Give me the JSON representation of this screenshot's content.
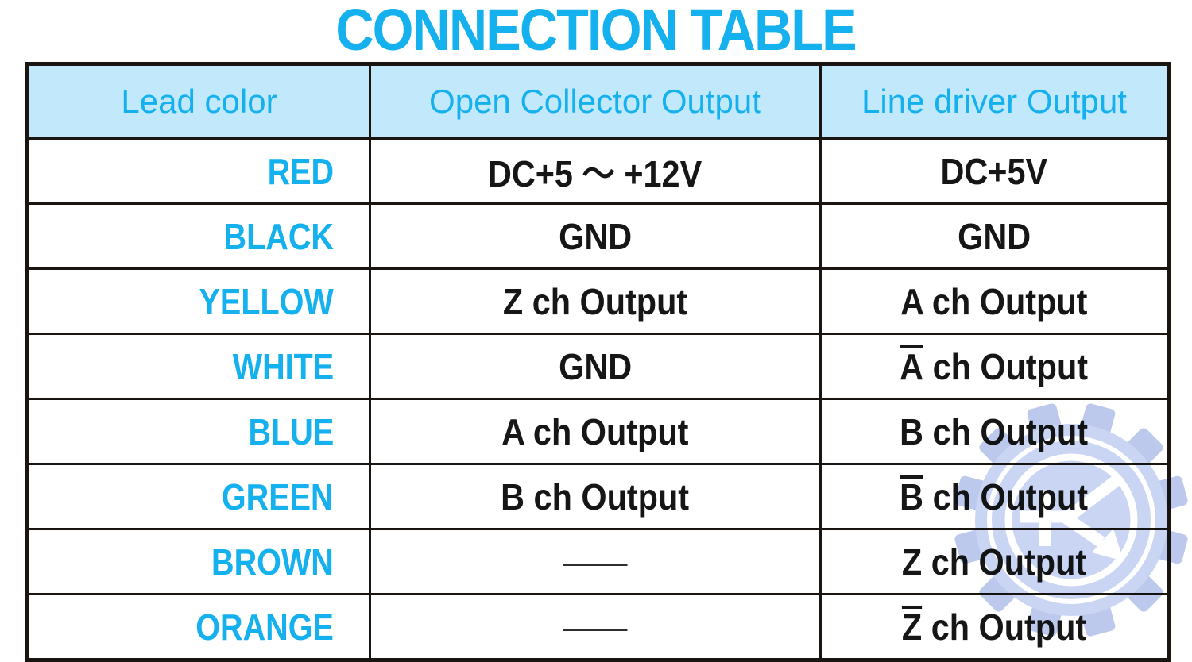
{
  "title": "CONNECTION TABLE",
  "colors": {
    "accent_cyan": "#14b1ee",
    "header_bg": "#c2e8fb",
    "border": "#1b1511",
    "ink": "#161616",
    "watermark_blue": "#bfccef"
  },
  "table": {
    "headers": [
      "Lead color",
      "Open Collector Output",
      "Line driver Output"
    ],
    "rows": [
      {
        "lead": "RED",
        "open_collector": {
          "text": "DC+5 ～ +12V"
        },
        "line_driver": {
          "text": "DC+5V"
        }
      },
      {
        "lead": "BLACK",
        "open_collector": {
          "text": "GND"
        },
        "line_driver": {
          "text": "GND"
        }
      },
      {
        "lead": "YELLOW",
        "open_collector": {
          "text": "Z ch Output"
        },
        "line_driver": {
          "text": "A ch Output"
        }
      },
      {
        "lead": "WHITE",
        "open_collector": {
          "text": "GND"
        },
        "line_driver": {
          "overline": "A",
          "text": " ch Output"
        }
      },
      {
        "lead": "BLUE",
        "open_collector": {
          "text": "A ch Output"
        },
        "line_driver": {
          "text": "B ch Output"
        }
      },
      {
        "lead": "GREEN",
        "open_collector": {
          "text": "B ch Output"
        },
        "line_driver": {
          "overline": "B",
          "text": " ch Output"
        }
      },
      {
        "lead": "BROWN",
        "open_collector": {
          "dash": true
        },
        "line_driver": {
          "text": "Z ch Output"
        }
      },
      {
        "lead": "ORANGE",
        "open_collector": {
          "dash": true
        },
        "line_driver": {
          "overline": "Z",
          "text": " ch Output"
        }
      }
    ]
  },
  "watermark": {
    "icon": "gear-k-logo"
  }
}
